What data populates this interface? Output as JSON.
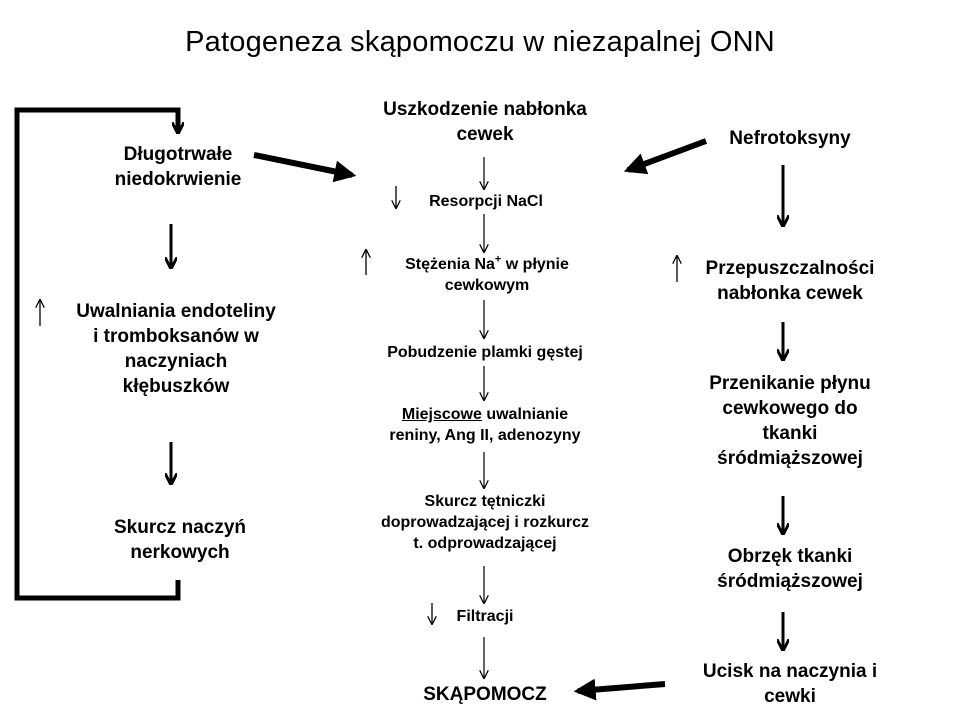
{
  "title": "Patogeneza skąpomoczu w niezapalnej ONN",
  "left": {
    "n1": [
      "Długotrwałe",
      "niedokrwienie"
    ],
    "n2": [
      "Uwalniania endoteliny",
      "i tromboksanów w",
      "naczyniach",
      "kłębuszków"
    ],
    "n3": [
      "Skurcz naczyń",
      "nerkowych"
    ]
  },
  "center": {
    "n1": [
      "Uszkodzenie nabłonka",
      "cewek"
    ],
    "n2": "Resorpcji NaCl",
    "n3_pre": "Stężenia Na",
    "n3_sup": "+",
    "n3_post": " w płynie",
    "n3_line2": "cewkowym",
    "n4": "Pobudzenie plamki gęstej",
    "n5_underlined": "Miejscowe",
    "n5_rest": " uwalnianie",
    "n5_line2": "reniny, Ang II, adenozyny",
    "n6": [
      "Skurcz tętniczki",
      "doprowadzającej i rozkurcz",
      "t. odprowadzającej"
    ],
    "n7": "Filtracji",
    "n8": "SKĄPOMOCZ"
  },
  "right": {
    "n1": "Nefrotoksyny",
    "n2": [
      "Przepuszczalności",
      "nabłonka cewek"
    ],
    "n3": [
      "Przenikanie płynu",
      "cewkowego do",
      "tkanki",
      "śródmiąższowej"
    ],
    "n4": [
      "Obrzęk tkanki",
      "śródmiąższowej"
    ],
    "n5": [
      "Ucisk na naczynia i",
      "cewki"
    ]
  },
  "markers": {
    "up": "increase-arrow-icon",
    "down": "decrease-arrow-icon"
  }
}
